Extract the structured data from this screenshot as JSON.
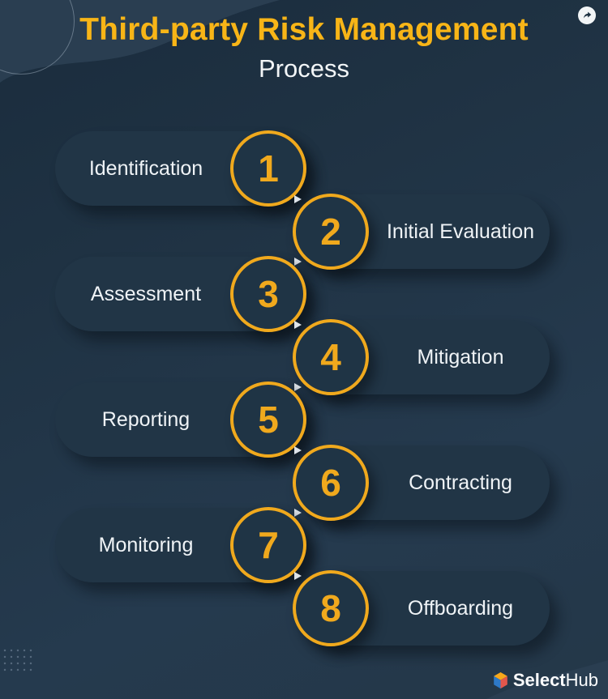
{
  "header": {
    "title": "Third-party Risk Management",
    "subtitle": "Process"
  },
  "steps": [
    {
      "num": "1",
      "label": "Identification",
      "side": "left"
    },
    {
      "num": "2",
      "label": "Initial Evaluation",
      "side": "right"
    },
    {
      "num": "3",
      "label": "Assessment",
      "side": "left"
    },
    {
      "num": "4",
      "label": "Mitigation",
      "side": "right"
    },
    {
      "num": "5",
      "label": "Reporting",
      "side": "left"
    },
    {
      "num": "6",
      "label": "Contracting",
      "side": "right"
    },
    {
      "num": "7",
      "label": "Monitoring",
      "side": "left"
    },
    {
      "num": "8",
      "label": "Offboarding",
      "side": "right"
    }
  ],
  "footer": {
    "logo_select": "Select",
    "logo_hub": "Hub"
  },
  "icons": {
    "share": "share-arrow-icon",
    "logo_cube": "selecthub-cube-icon",
    "flow_arrow": "flow-arrow-icon"
  },
  "colors": {
    "accent_gold": "#F5B01C",
    "background": "#20344A",
    "pill": "#213546",
    "circle_fill": "#1F3445",
    "text_white": "#EFF3F6",
    "arrow": "#DDE3E9",
    "logo_blue": "#2E79C7",
    "logo_red": "#E2574C",
    "logo_yellow": "#F7A81B"
  }
}
